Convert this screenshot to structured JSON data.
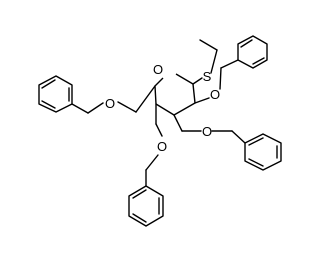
{
  "molecule": {
    "atoms": [
      {
        "id": "ring-oxygen",
        "symbol": "O"
      },
      {
        "id": "sulfur",
        "symbol": "S"
      },
      {
        "id": "o-c2",
        "symbol": "O"
      },
      {
        "id": "o-c3",
        "symbol": "O"
      },
      {
        "id": "o-c4",
        "symbol": "O"
      },
      {
        "id": "o-c6",
        "symbol": "O"
      }
    ]
  }
}
